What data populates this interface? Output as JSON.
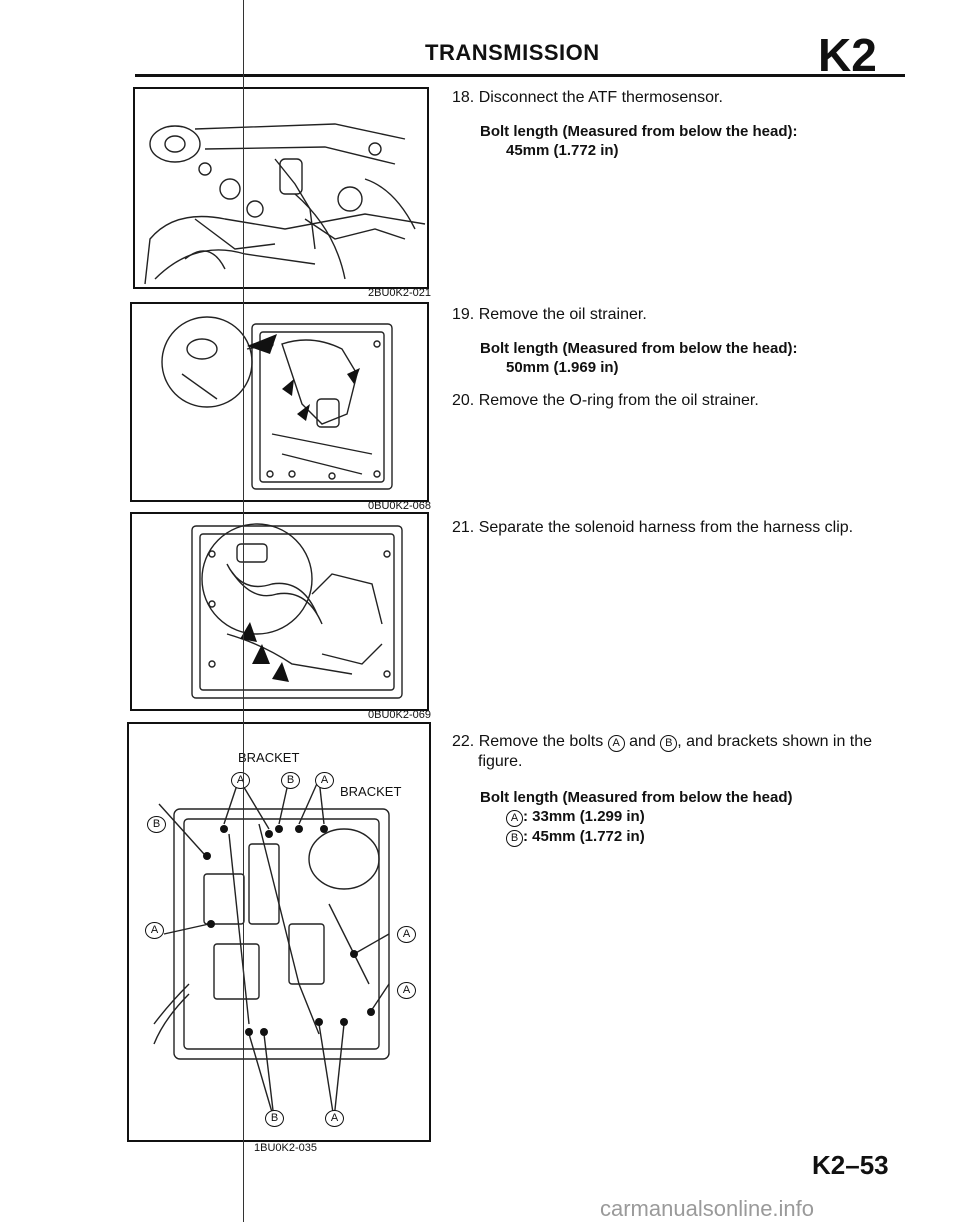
{
  "header": {
    "title": "TRANSMISSION",
    "section_code": "K2"
  },
  "figures": [
    {
      "code": "2BU0K2-021"
    },
    {
      "code": "0BU0K2-068"
    },
    {
      "code": "0BU0K2-069"
    },
    {
      "code": "1BU0K2-035",
      "labels": {
        "bracket_left": "BRACKET",
        "bracket_right": "BRACKET",
        "a": "A",
        "b": "B"
      }
    }
  ],
  "steps": [
    {
      "text": "18. Disconnect the ATF thermosensor.",
      "spec_title": "Bolt length (Measured from below the head):",
      "spec_value": "45mm (1.772 in)"
    },
    {
      "text": "19. Remove the oil strainer.",
      "spec_title": "Bolt length (Measured from below the head):",
      "spec_value": "50mm (1.969 in)"
    },
    {
      "text": "20. Remove the O-ring from the oil strainer."
    },
    {
      "text": "21. Separate the solenoid harness from the harness clip."
    },
    {
      "text_line1": "22. Remove the bolts",
      "text_and": "and",
      "text_line1_end": ", and brackets shown in the",
      "text_line2": "figure.",
      "circle_a": "A",
      "circle_b": "B",
      "spec_title": "Bolt length (Measured from below the head)",
      "spec_a": ": 33mm (1.299 in)",
      "spec_b": ": 45mm (1.772 in)"
    }
  ],
  "footer": {
    "page_number": "K2–53",
    "watermark": "carmanualsonline.info"
  }
}
